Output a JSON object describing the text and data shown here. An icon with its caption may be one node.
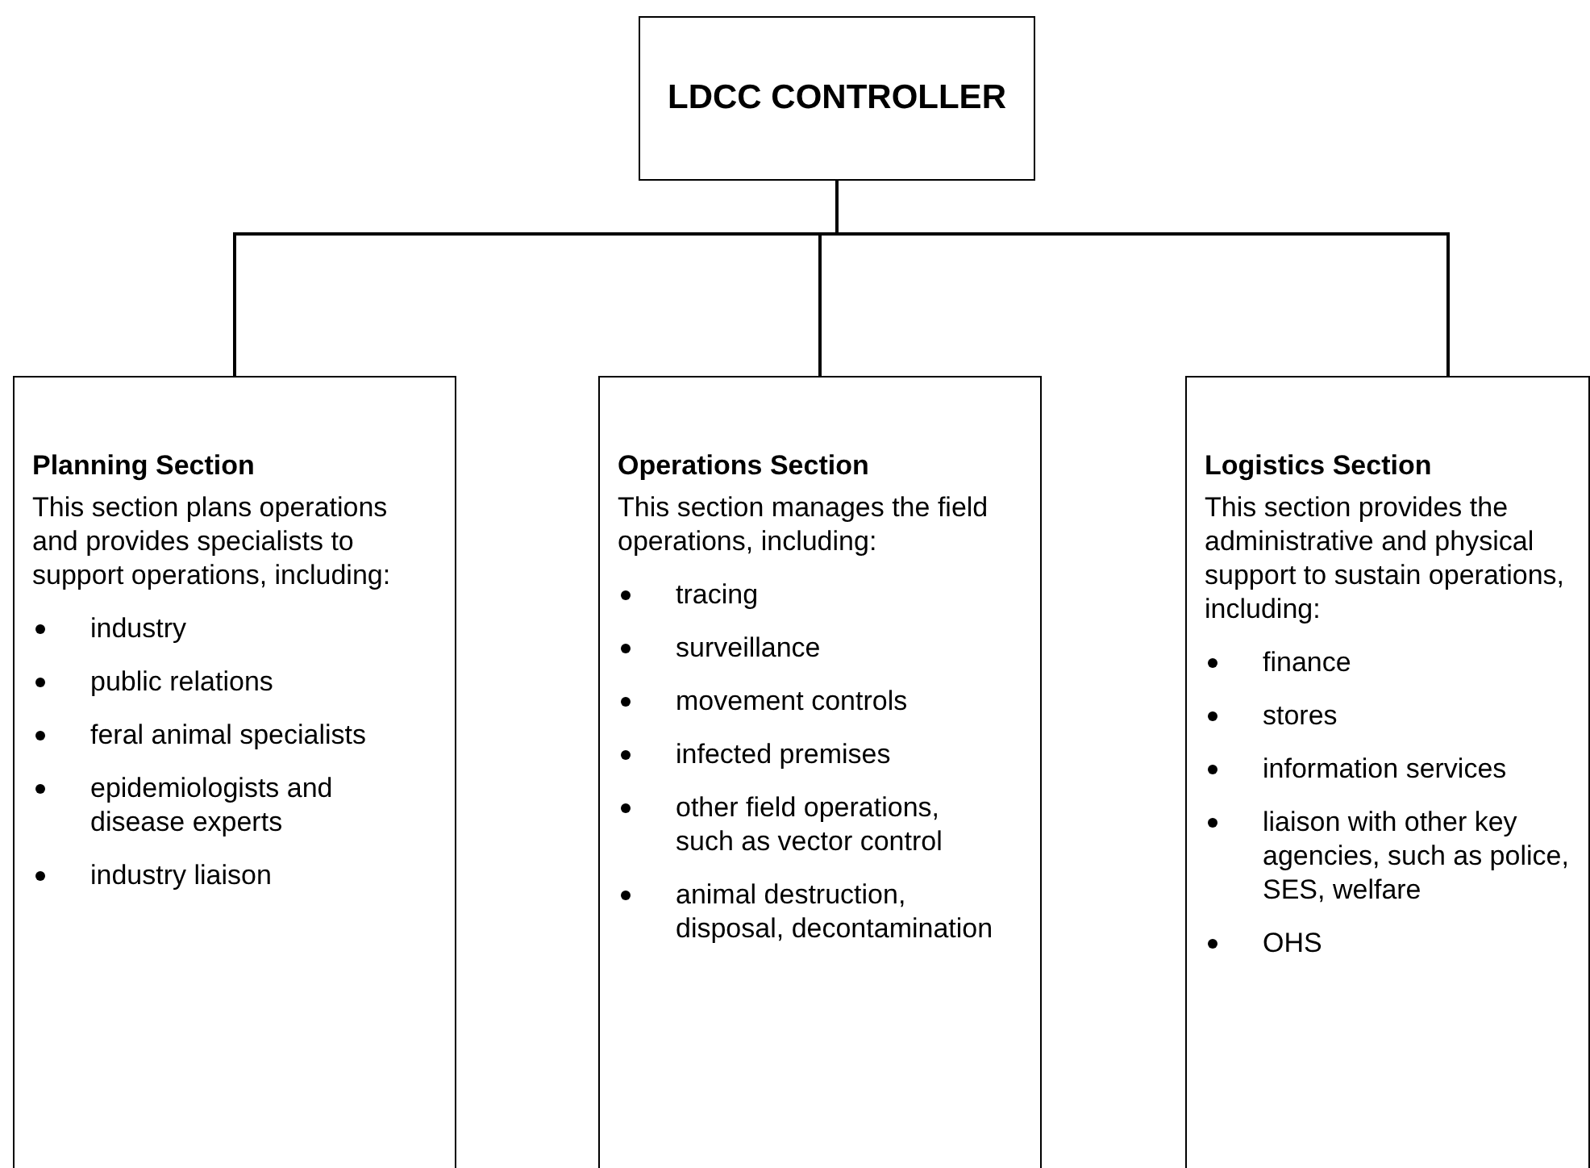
{
  "diagram": {
    "nodes": [
      {
        "text": [
          "LDCC CONTROLLER"
        ]
      },
      {
        "text": [
          "Planning Section",
          "This section plans operations and provides specialists to support operations, including:",
          "industry",
          "public relations",
          "feral animal specialists",
          "epidemiologists and disease experts",
          "industry liaison"
        ]
      },
      {
        "text": [
          "Operations Section",
          "This section manages the field operations, including:",
          "tracing",
          "surveillance",
          "movement controls",
          "infected premises",
          "other field operations, such as vector control",
          "animal destruction, disposal, decontamination"
        ]
      },
      {
        "text": [
          "Logistics Section",
          "This section provides the administrative and physical support to sustain operations, including:",
          "finance",
          "stores",
          "information services",
          "liaison with other key agencies, such as police, SES, welfare",
          "OHS"
        ]
      }
    ],
    "edges": [
      {
        "from": 0,
        "to": 1,
        "arrow": "none"
      },
      {
        "from": 0,
        "to": 2,
        "arrow": "none"
      },
      {
        "from": 0,
        "to": 3,
        "arrow": "none"
      }
    ]
  }
}
